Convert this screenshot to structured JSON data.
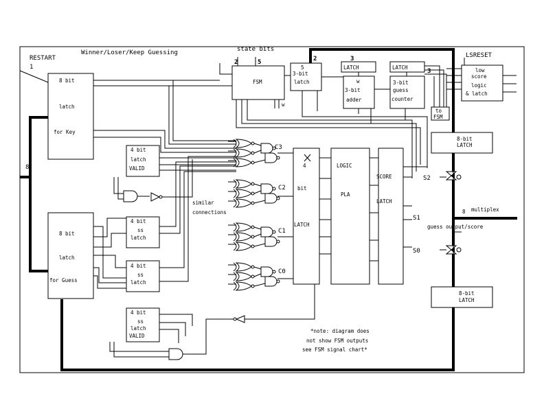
{
  "diagram": {
    "title": "Winner/Loser/Keep Guessing",
    "state_bits_label": "state bits",
    "restart": {
      "label": "RESTART",
      "pin": "1"
    },
    "lsreset_label": "LSRESET",
    "bus_width_8": "8",
    "multiplex_label": "multiplex",
    "multiplex_width": "8",
    "guess_output_label": "guess output/score",
    "fsm": {
      "label": "FSM",
      "pin_left": "2",
      "pin_right": "5",
      "output_w": "w"
    },
    "latch3": {
      "pin": "5",
      "line1": "3-bit",
      "line2": "latch",
      "top_pin": "2"
    },
    "adder": {
      "header": "LATCH",
      "pin": "3",
      "line0": "w",
      "line1": "3-bit",
      "line2": "adder"
    },
    "guess_counter": {
      "header": "LATCH",
      "pin": "3",
      "line1": "3-bit",
      "line2": "guess",
      "line3": "counter"
    },
    "to_fsm": {
      "line1": "to",
      "line2": "FSM"
    },
    "low_score": {
      "line1": "low",
      "line2": "score",
      "line3": "logic",
      "line4": "& latch"
    },
    "key_latch": {
      "line1": "8 bit",
      "line2": "latch",
      "line3": "for Key"
    },
    "guess_latch": {
      "line1": "8 bit",
      "line2": "latch",
      "line3": "for Guess"
    },
    "valid_latch_top": {
      "line1": "4 bit",
      "line2": "latch",
      "line3": "VALID"
    },
    "ss_latch_1": {
      "line1": "4 bit",
      "line2": "ss",
      "line3": "latch"
    },
    "ss_latch_2": {
      "line1": "4 bit",
      "line2": "ss",
      "line3": "latch"
    },
    "valid_latch_bottom": {
      "line1": "4 bit",
      "line2": "ss",
      "line3": "latch",
      "line4": "VALID"
    },
    "compare_labels": [
      "C3",
      "C2",
      "C1",
      "C0"
    ],
    "similar_note": {
      "line1": "similar",
      "line2": "connections"
    },
    "latch4": {
      "line1": "4",
      "line2": "bit",
      "line3": "LATCH"
    },
    "logic_pla": {
      "line1": "LOGIC",
      "line2": "PLA"
    },
    "score_latch": {
      "line1": "SCORE",
      "line2": "LATCH"
    },
    "score_outputs": [
      "S2",
      "S1",
      "S0"
    ],
    "display_latch_top": {
      "line1": "8-bit",
      "line2": "LATCH"
    },
    "display_latch_bottom": {
      "line1": "8-bit",
      "line2": "LATCH"
    },
    "note": {
      "line1": "*note: diagram does",
      "line2": "not show FSM outputs",
      "line3": "see FSM signal chart*"
    }
  }
}
